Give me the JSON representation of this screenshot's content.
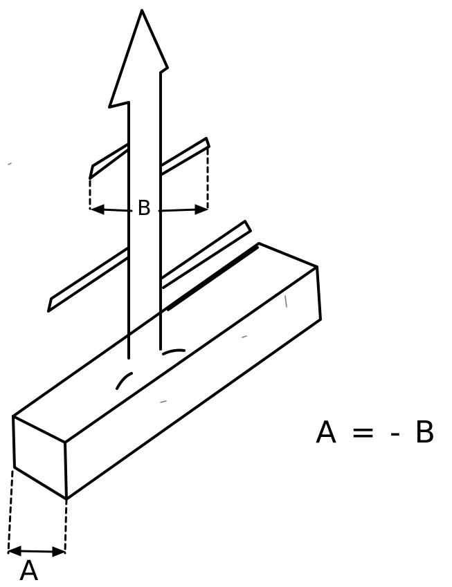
{
  "labels": {
    "b": "B",
    "a": "A",
    "relation": "A = - B"
  },
  "colors": {
    "ink": "#000000",
    "paper": "#ffffff"
  }
}
